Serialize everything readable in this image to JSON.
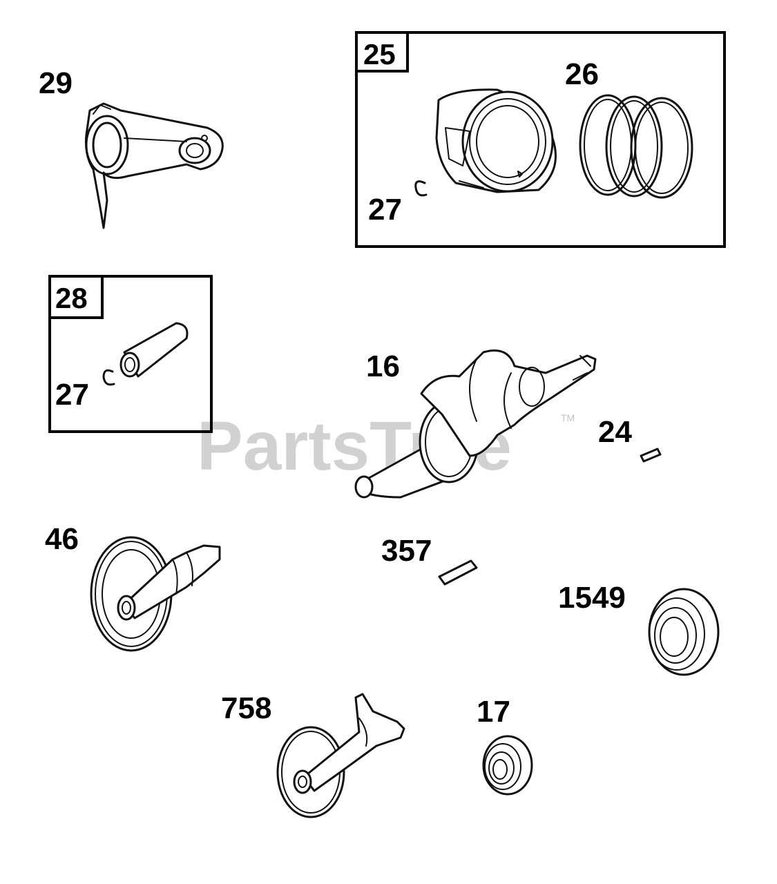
{
  "diagram": {
    "watermark": "PartsTree",
    "watermark_tm": "TM",
    "boxes": [
      {
        "id": "box-25",
        "label": "25"
      },
      {
        "id": "box-28",
        "label": "28"
      }
    ],
    "labels": {
      "connecting_rod": "29",
      "piston_assembly": "25",
      "ring_set": "26",
      "retainer_piston": "27",
      "piston_pin_assembly": "28",
      "retainer_pin": "27",
      "crankshaft": "16",
      "key": "24",
      "camshaft": "46",
      "key_357": "357",
      "bearing_1549": "1549",
      "balance_shaft": "758",
      "bearing_17": "17"
    }
  }
}
